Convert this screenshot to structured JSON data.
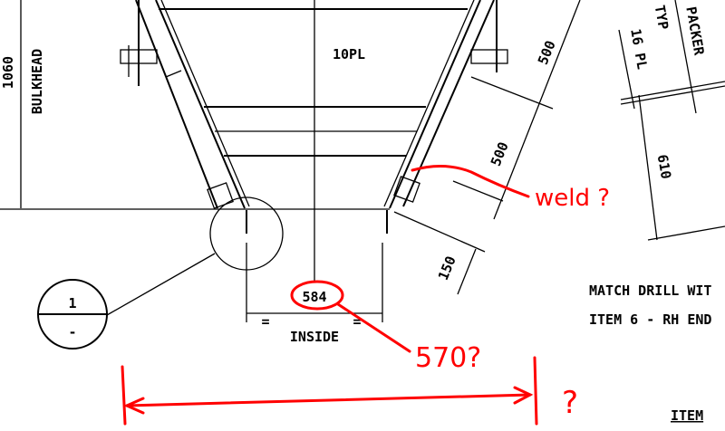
{
  "drawing": {
    "dim_height": "1060",
    "bulkhead_label": "BULKHEAD",
    "plate_label": "10PL",
    "dim_500_upper": "500",
    "dim_500_lower": "500",
    "dim_610": "610",
    "plate_16": "16 PL",
    "typ": "TYP",
    "packer": "PACKER",
    "dim_150": "150",
    "dim_inside_value": "584",
    "inside_label": "INSIDE",
    "equal_left": "=",
    "equal_right": "=",
    "detail_number": "1",
    "detail_sheet": "-",
    "note_line1": "MATCH DRILL WIT",
    "note_line2": "ITEM 6 - RH END",
    "item_label": "ITEM"
  },
  "annotations": {
    "color": "#ff0000",
    "weld_question": "weld ?",
    "dim_question": "570?",
    "width_question": "?"
  }
}
